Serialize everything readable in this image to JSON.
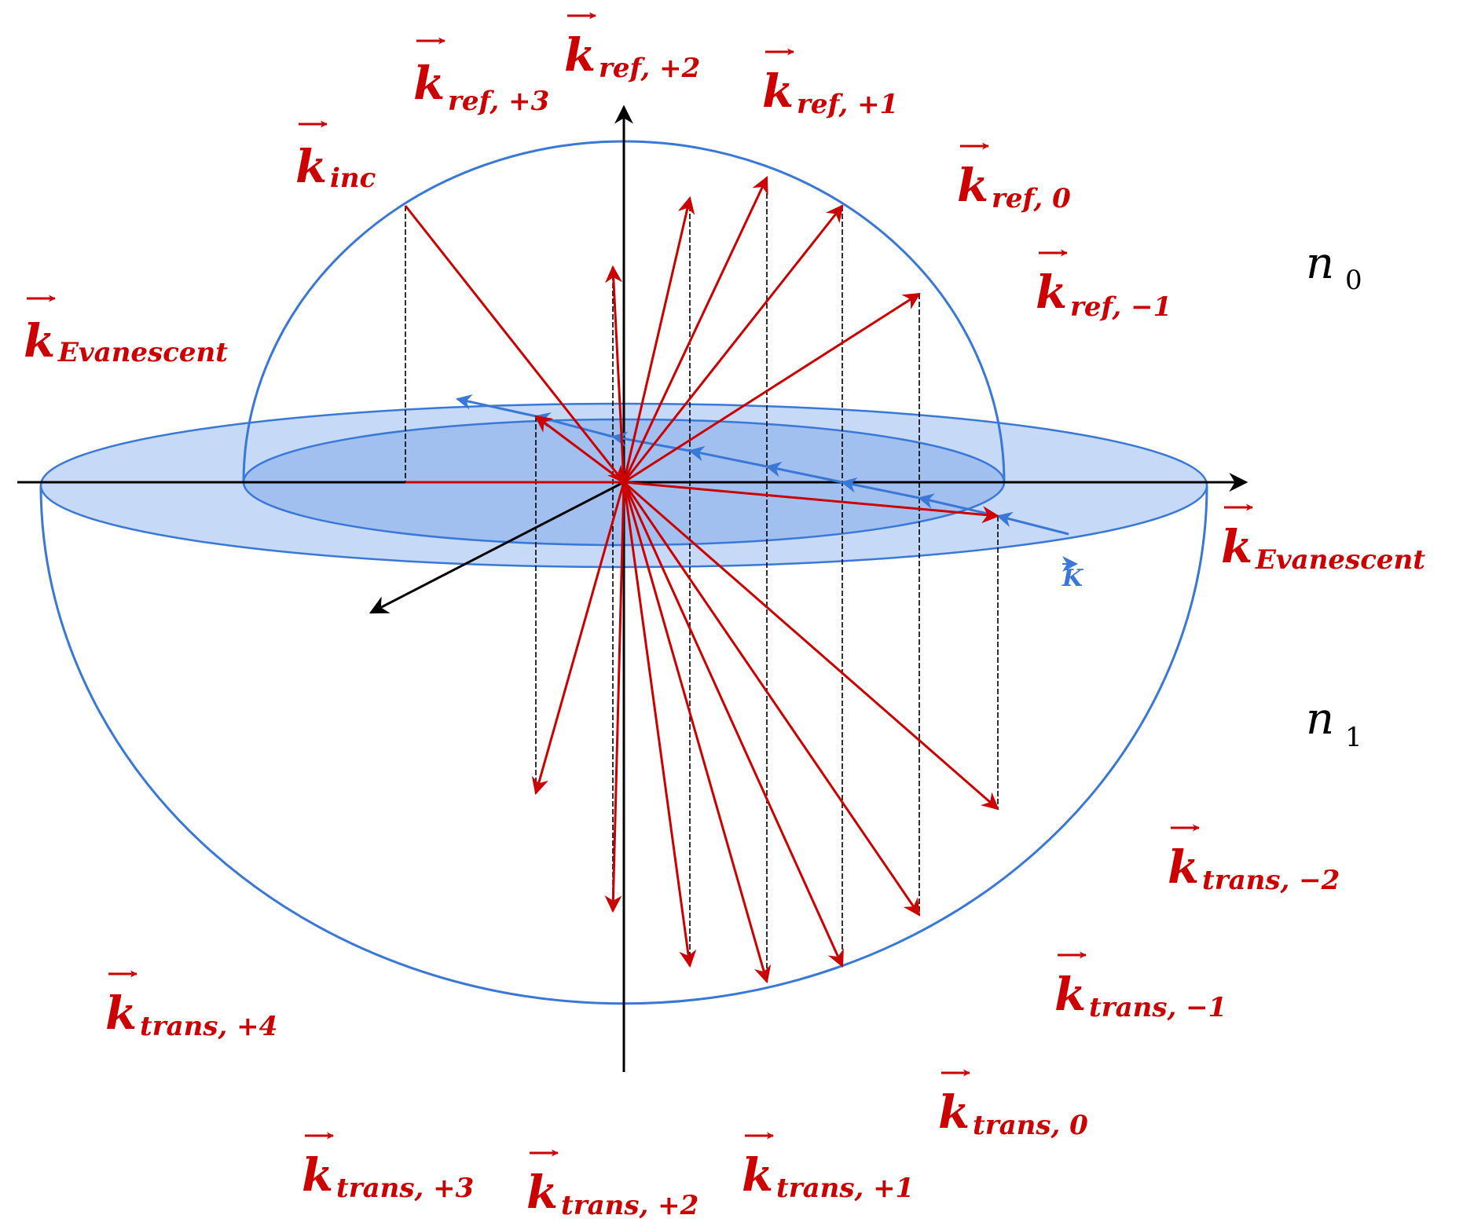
{
  "colors": {
    "red": "#cc0000",
    "blue": "#3a78d8",
    "disk_outer": "#c6d9f6",
    "disk_inner": "#a2c0ef",
    "black": "#000000"
  },
  "labels": {
    "k": "k",
    "K": "K",
    "inc": "inc",
    "evanescent": "Evanescent",
    "ref_p3": "ref, +3",
    "ref_p2": "ref, +2",
    "ref_p1": "ref, +1",
    "ref_0": "ref, 0",
    "ref_m1": "ref, −1",
    "trans_m2": "trans, −2",
    "trans_m1": "trans, −1",
    "trans_0": "trans, 0",
    "trans_p1": "trans, +1",
    "trans_p2": "trans, +2",
    "trans_p3": "trans, +3",
    "trans_p4": "trans, +4",
    "n": "n",
    "n0_sub": "0",
    "n1_sub": "1"
  }
}
